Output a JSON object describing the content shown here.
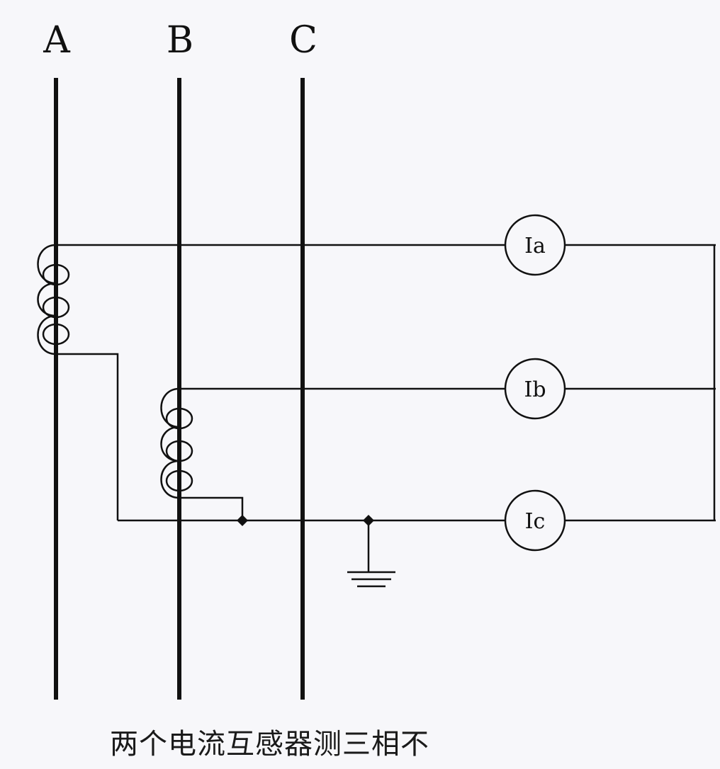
{
  "phases": {
    "a": "A",
    "b": "B",
    "c": "C"
  },
  "meters": {
    "ia": "Ia",
    "ib": "Ib",
    "ic": "Ic"
  },
  "caption": "两个电流互感器测三相不",
  "colors": {
    "line": "#111111",
    "background": "#f7f7fa"
  }
}
